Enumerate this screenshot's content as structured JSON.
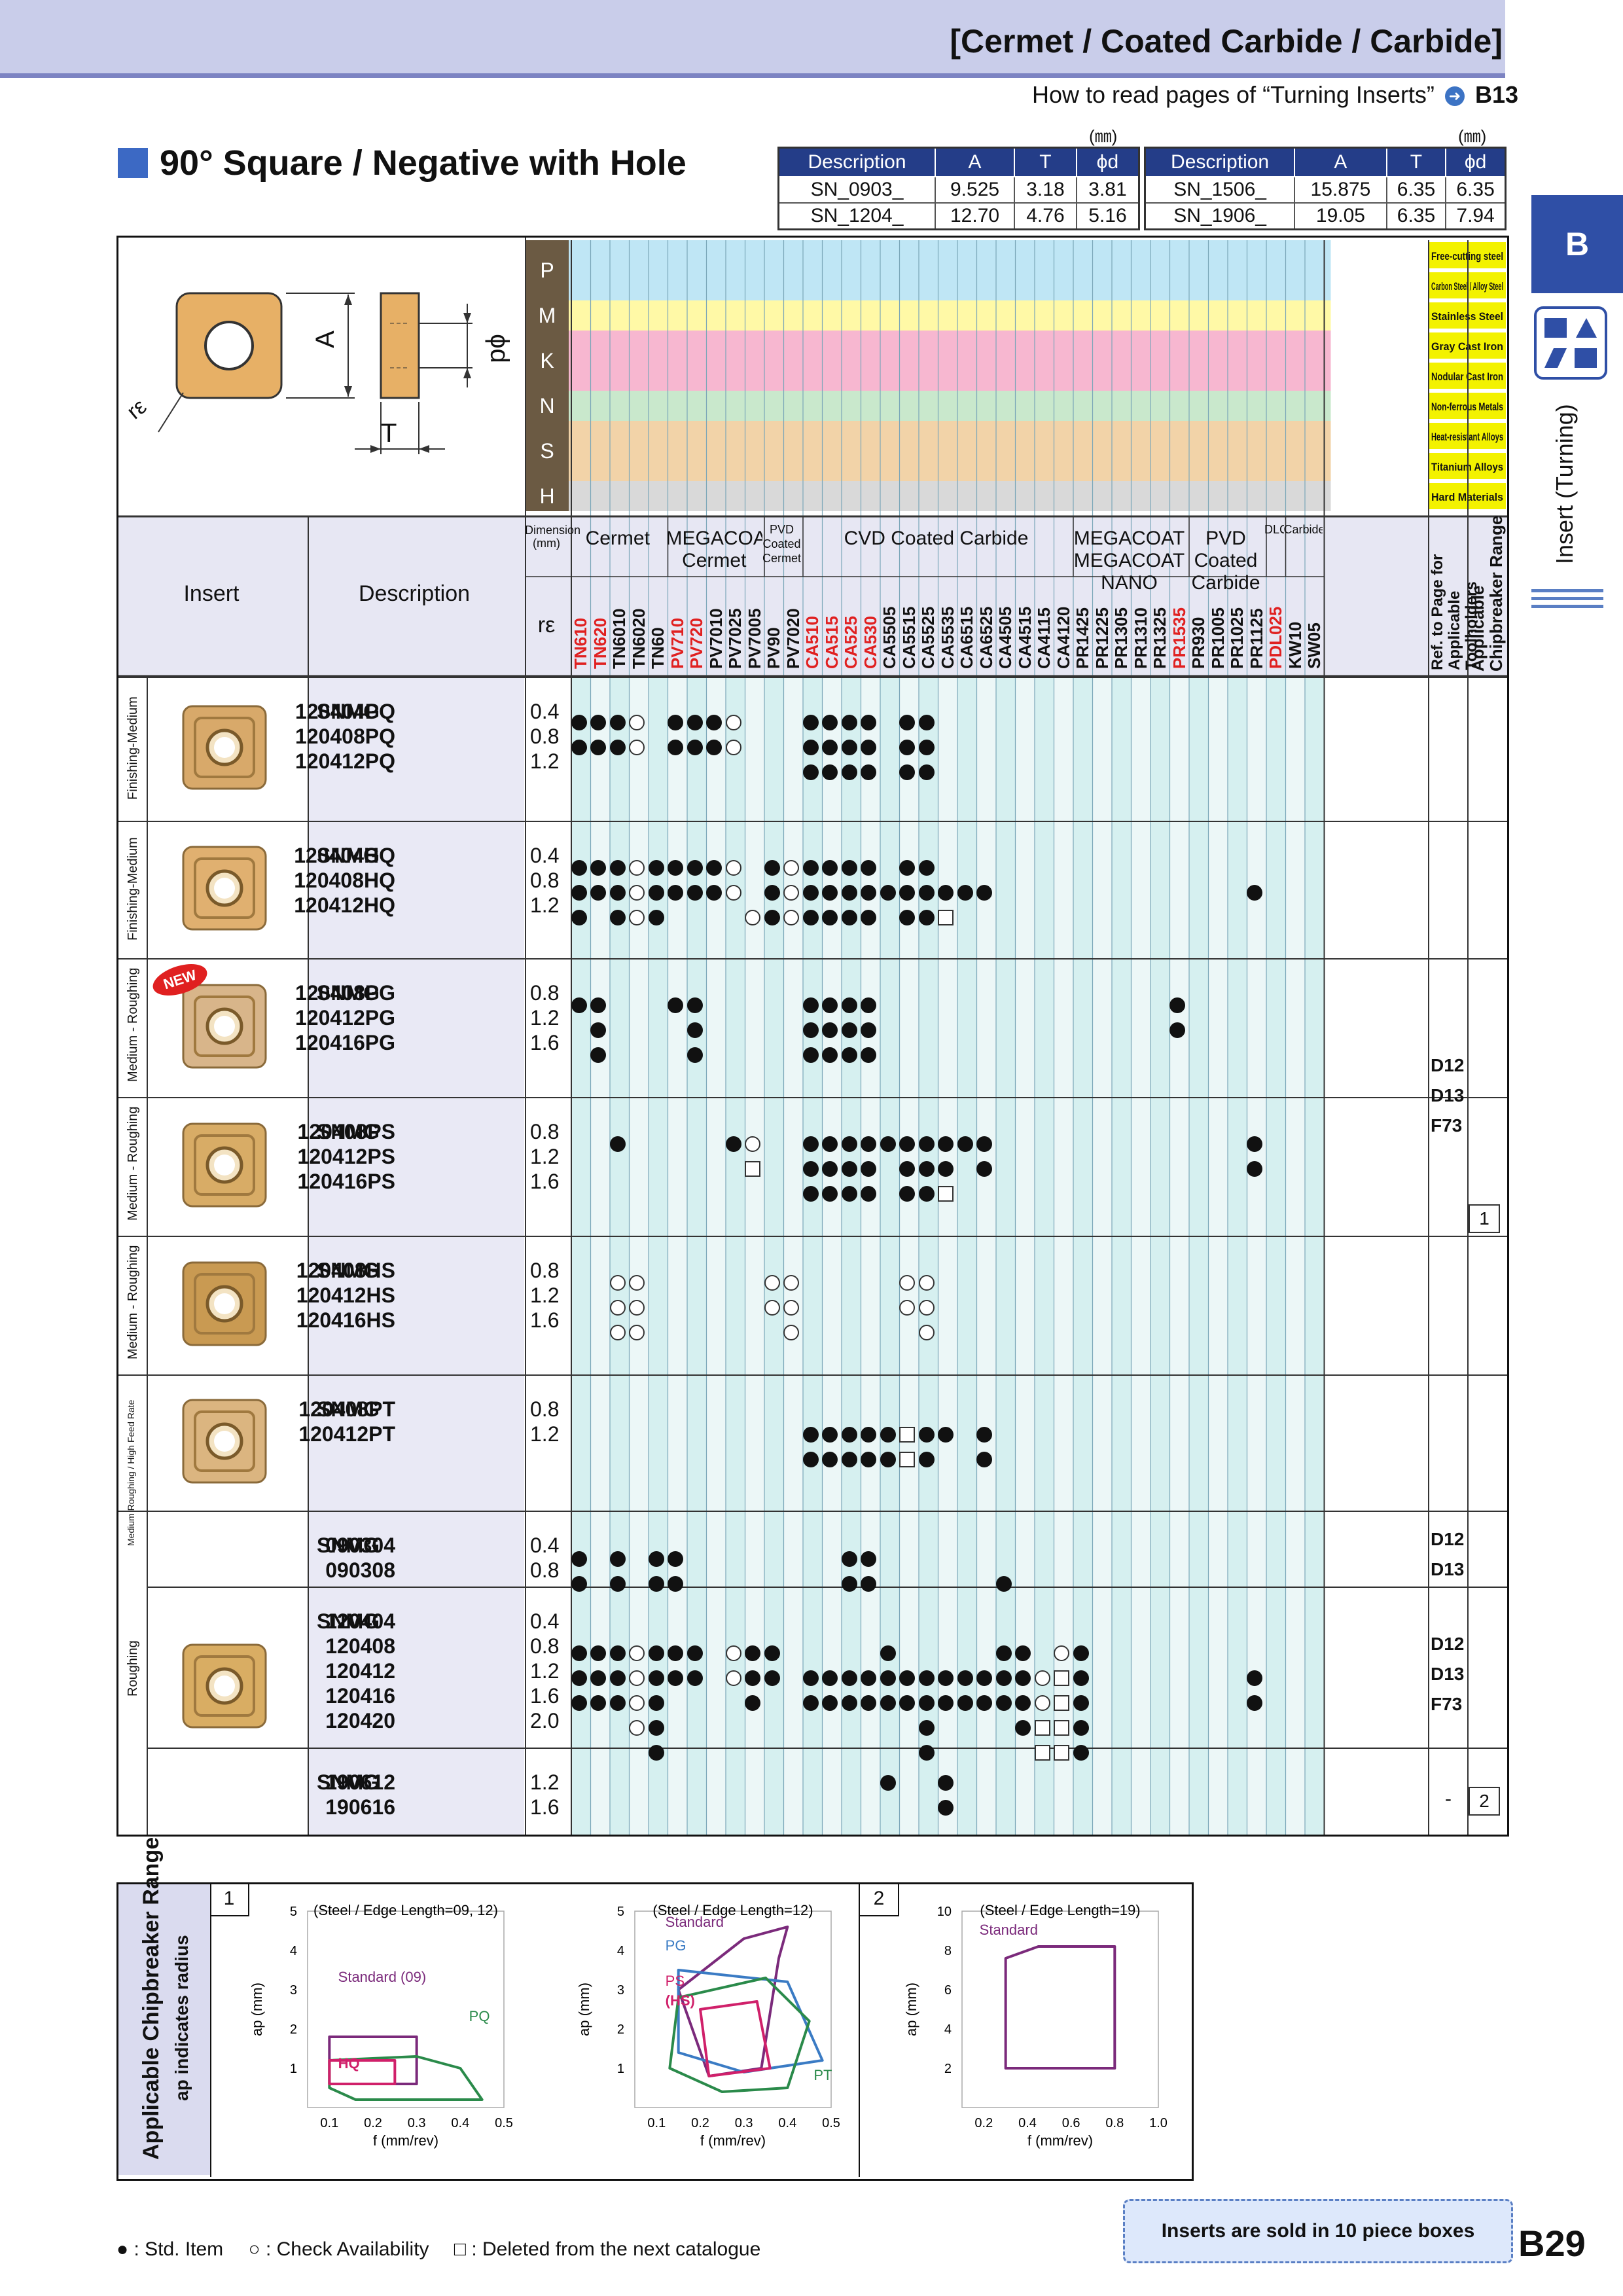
{
  "header": {
    "category": "[Cermet / Coated Carbide / Carbide]",
    "howto_text": "How to read pages of “Turning Inserts”",
    "howto_ref": "B13"
  },
  "title": "90° Square / Negative with Hole",
  "dim_unit": "(㎜)",
  "dim_tables": [
    {
      "headers": [
        "Description",
        "A",
        "T",
        "ϕd"
      ],
      "rows": [
        [
          "SN_0903_",
          "9.525",
          "3.18",
          "3.81"
        ],
        [
          "SN_1204_",
          "12.70",
          "4.76",
          "5.16"
        ]
      ]
    },
    {
      "headers": [
        "Description",
        "A",
        "T",
        "ϕd"
      ],
      "rows": [
        [
          "SN_1506_",
          "15.875",
          "6.35",
          "6.35"
        ],
        [
          "SN_1906_",
          "19.05",
          "6.35",
          "7.94"
        ]
      ]
    }
  ],
  "diagram": {
    "A": "A",
    "T": "T",
    "d": "ϕd",
    "re": "rε"
  },
  "materials": [
    {
      "code": "P",
      "rows": [
        "Free-cutting steel",
        "Carbon Steel / Alloy Steel"
      ],
      "color": "#bfe6f5"
    },
    {
      "code": "M",
      "rows": [
        "Stainless Steel"
      ],
      "color": "#fff9a6"
    },
    {
      "code": "K",
      "rows": [
        "Gray Cast Iron",
        "Nodular Cast Iron"
      ],
      "color": "#f7b7d0"
    },
    {
      "code": "N",
      "rows": [
        "Non-ferrous Metals"
      ],
      "color": "#c9e8cc"
    },
    {
      "code": "S",
      "rows": [
        "Heat-resistant Alloys",
        "Titanium Alloys"
      ],
      "color": "#f2d3a8"
    },
    {
      "code": "H",
      "rows": [
        "Hard Materials"
      ],
      "color": "#d9d9d9"
    }
  ],
  "table_headers": {
    "insert": "Insert",
    "description": "Description",
    "dimension": "Dimension (mm)",
    "re": "rε",
    "cermet": "Cermet",
    "megacoat_cermet": "MEGACOAT Cermet",
    "pvd_coated_cermet": "PVD Coated Cermet",
    "cvd": "CVD Coated Carbide",
    "megacoat_nano": "MEGACOAT MEGACOAT NANO",
    "pvd_carbide": "PVD Coated Carbide",
    "dlc": "DLC",
    "carbide": "Carbide",
    "ref_page": "Ref. to Page for Applicable Toolholders",
    "chip_range": "Applicable Chipbreaker Range"
  },
  "grades": [
    "TN610",
    "TN620",
    "TN6010",
    "TN6020",
    "TN60",
    "PV710",
    "PV720",
    "PV7010",
    "PV7025",
    "PV7005",
    "PV90",
    "PV7020",
    "CA510",
    "CA515",
    "CA525",
    "CA530",
    "CA5505",
    "CA5515",
    "CA5525",
    "CA5535",
    "CA6515",
    "CA6525",
    "CA4505",
    "CA4515",
    "CA4115",
    "CA4120",
    "PR1425",
    "PR1225",
    "PR1305",
    "PR1310",
    "PR1325",
    "PR1535",
    "PR930",
    "PR1005",
    "PR1025",
    "PR1125",
    "PDL025",
    "KW10",
    "SW05"
  ],
  "groups": [
    {
      "application": "Finishing-Medium",
      "series": "SNMG",
      "items": [
        [
          "120404PQ",
          "0.4"
        ],
        [
          "120408PQ",
          "0.8"
        ],
        [
          "120412PQ",
          "1.2"
        ]
      ]
    },
    {
      "application": "Finishing-Medium",
      "series": "SNMG",
      "items": [
        [
          "120404HQ",
          "0.4"
        ],
        [
          "120408HQ",
          "0.8"
        ],
        [
          "120412HQ",
          "1.2"
        ]
      ]
    },
    {
      "application": "Medium - Roughing",
      "series": "SNMG",
      "badge": "NEW",
      "items": [
        [
          "120408PG",
          "0.8"
        ],
        [
          "120412PG",
          "1.2"
        ],
        [
          "120416PG",
          "1.6"
        ]
      ]
    },
    {
      "application": "Medium - Roughing",
      "series": "SNMG",
      "items": [
        [
          "120408PS",
          "0.8"
        ],
        [
          "120412PS",
          "1.2"
        ],
        [
          "120416PS",
          "1.6"
        ]
      ]
    },
    {
      "application": "Medium - Roughing",
      "series": "SNMG",
      "items": [
        [
          "120408HS",
          "0.8"
        ],
        [
          "120412HS",
          "1.2"
        ],
        [
          "120416HS",
          "1.6"
        ]
      ]
    },
    {
      "application": "Medium Roughing / High Feed Rate",
      "series": "SNMG",
      "items": [
        [
          "120408PT",
          "0.8"
        ],
        [
          "120412PT",
          "1.2"
        ]
      ]
    },
    {
      "application": "Roughing",
      "series": "SNMG",
      "items": [
        [
          "090304",
          "0.4"
        ],
        [
          "090308",
          "0.8"
        ]
      ]
    },
    {
      "application": "",
      "series": "SNMG",
      "items": [
        [
          "120404",
          "0.4"
        ],
        [
          "120408",
          "0.8"
        ],
        [
          "120412",
          "1.2"
        ],
        [
          "120416",
          "1.6"
        ],
        [
          "120420",
          "2.0"
        ]
      ]
    },
    {
      "application": "",
      "series": "SNMG",
      "items": [
        [
          "190612",
          "1.2"
        ],
        [
          "190616",
          "1.6"
        ]
      ]
    }
  ],
  "refs": {
    "g1": [
      "D12",
      "D13",
      "F73"
    ],
    "g2": [
      "D12",
      "D13"
    ],
    "g3": [
      "D12",
      "D13",
      "F73"
    ],
    "chip1": "1",
    "chip2": "2",
    "dash": "-"
  },
  "chip_section": {
    "title": "Applicable Chipbreaker Range",
    "subtitle": "ap indicates radius",
    "box1": "1",
    "box2": "2",
    "xlabel": "f (mm/rev)",
    "ylabel": "ap (mm)"
  },
  "charts": [
    {
      "caption": "(Steel / Edge Length=09, 12)",
      "labels": [
        "Standard (09)",
        "PQ",
        "HQ"
      ],
      "xticks": [
        "0.1",
        "0.2",
        "0.3",
        "0.4",
        "0.5"
      ],
      "yticks": [
        "1",
        "2",
        "3",
        "4",
        "5"
      ]
    },
    {
      "caption": "(Steel / Edge Length=12)",
      "labels": [
        "Standard",
        "PG",
        "PS",
        "(HS)",
        "PT"
      ],
      "xticks": [
        "0.1",
        "0.2",
        "0.3",
        "0.4",
        "0.5"
      ],
      "yticks": [
        "1",
        "2",
        "3",
        "4",
        "5"
      ]
    },
    {
      "caption": "(Steel / Edge Length=19)",
      "labels": [
        "Standard"
      ],
      "xticks": [
        "0.2",
        "0.4",
        "0.6",
        "0.8",
        "1.0"
      ],
      "yticks": [
        "2",
        "4",
        "6",
        "8",
        "10"
      ]
    }
  ],
  "boxnote": "Inserts are sold in 10 piece boxes",
  "legend": {
    "std": "● : Std. Item",
    "check": "○ : Check Availability",
    "deleted": "□ : Deleted from the next catalogue"
  },
  "side": {
    "tab": "B",
    "label": "Insert (Turning)"
  },
  "page": "B29"
}
